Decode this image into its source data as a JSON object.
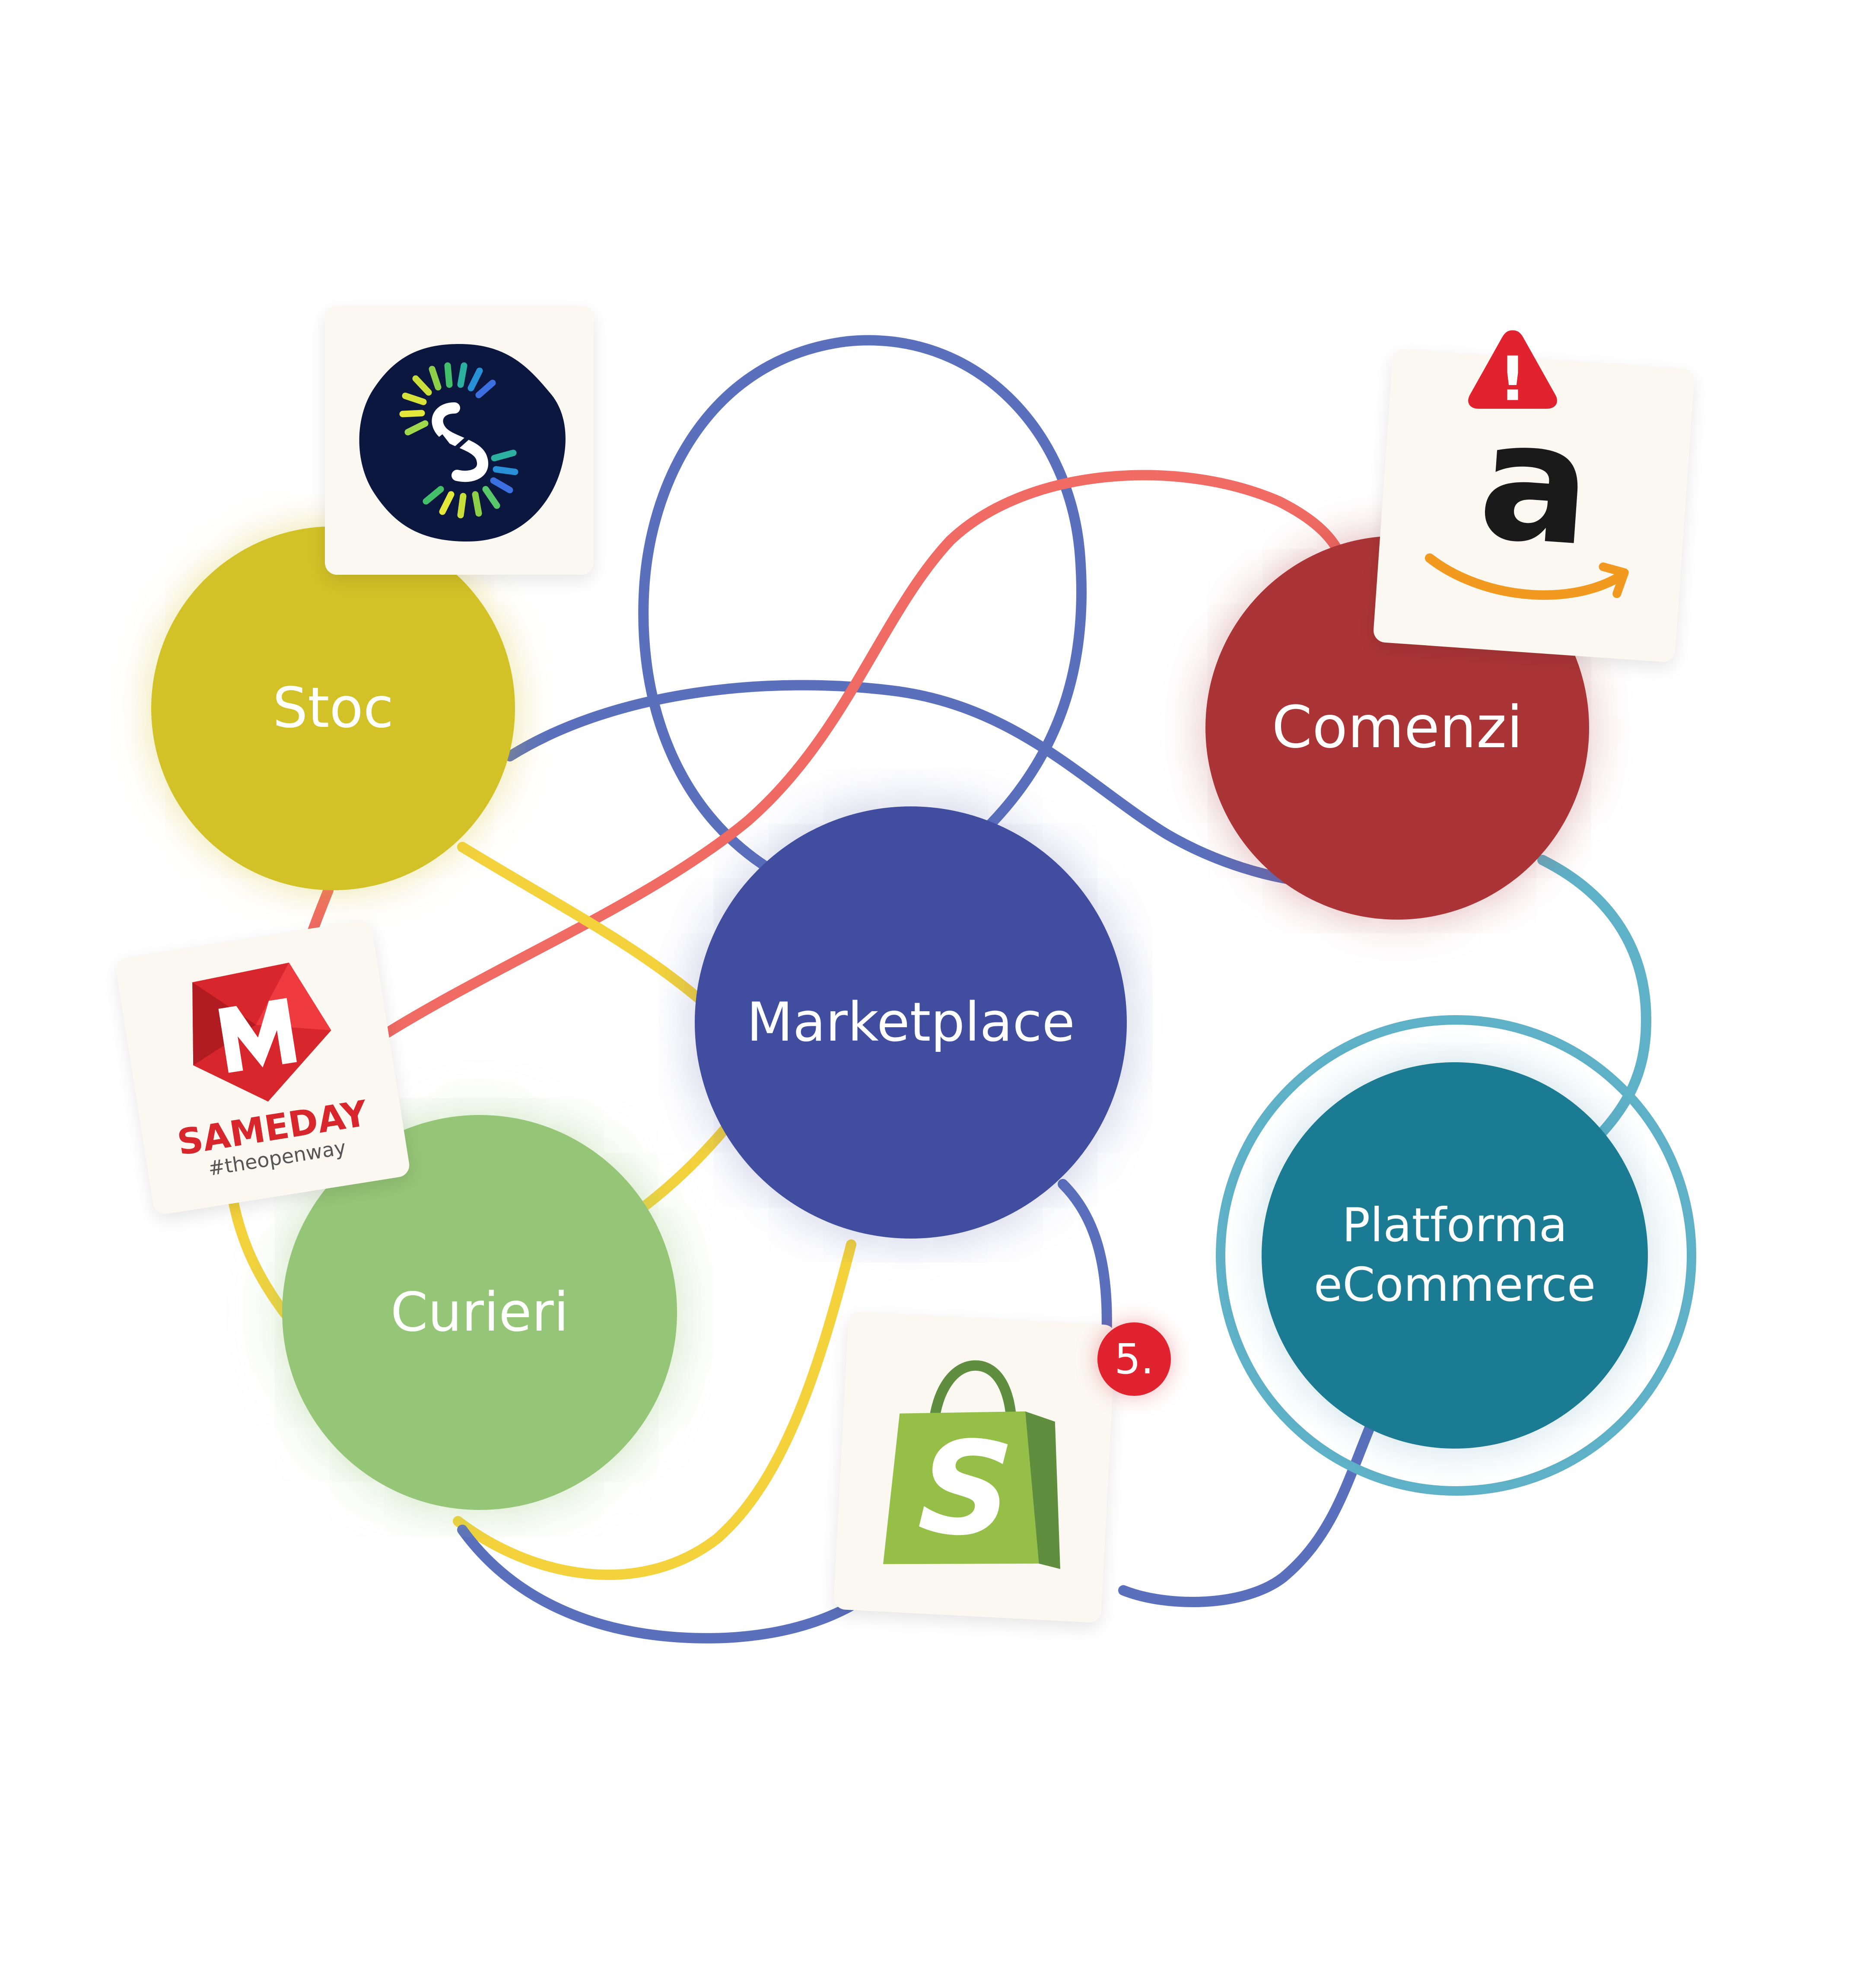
{
  "nodes": {
    "marketplace": {
      "label": "Marketplace",
      "color": "#414ea0"
    },
    "stoc": {
      "label": "Stoc",
      "color": "#d3c128"
    },
    "comenzi": {
      "label": "Comenzi",
      "color": "#ab3536"
    },
    "curieri": {
      "label": "Curieri",
      "color": "#95c677"
    },
    "platforma": {
      "label_line1": "Platforma",
      "label_line2": "eCommerce",
      "color": "#1b7b92",
      "ring_color": "#5fb1c8"
    }
  },
  "logos": {
    "smartbill": {
      "icon": "s-logo-icon"
    },
    "amazon": {
      "icon": "amazon-logo-icon",
      "letter": "a"
    },
    "sameday": {
      "icon": "sameday-logo-icon",
      "brand": "SAMEDAY",
      "tagline": "#theopenway"
    },
    "shopify": {
      "icon": "shopify-bag-icon",
      "letter": "S"
    }
  },
  "alert": {
    "icon": "warning-triangle-icon",
    "symbol": "!"
  },
  "notification_badge": {
    "text": "5."
  },
  "wire_colors": {
    "blue": "#5b70bd",
    "red": "#ef6b63",
    "yellow": "#f3d23c",
    "teal": "#5fb1c8"
  }
}
